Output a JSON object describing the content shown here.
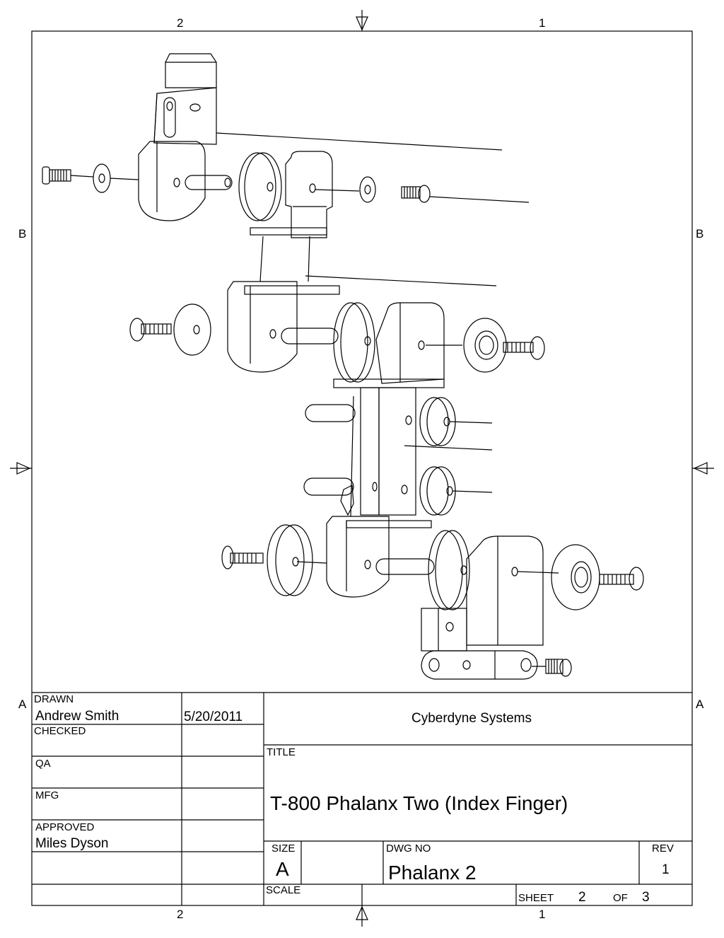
{
  "zones": {
    "top_left": "2",
    "top_right": "1",
    "bottom_left": "2",
    "bottom_right": "1",
    "left_upper": "B",
    "left_lower": "A",
    "right_upper": "B",
    "right_lower": "A"
  },
  "title_block": {
    "drawn_label": "DRAWN",
    "drawn_name": "Andrew Smith",
    "drawn_date": "5/20/2011",
    "checked_label": "CHECKED",
    "qa_label": "QA",
    "mfg_label": "MFG",
    "approved_label": "APPROVED",
    "approved_name": "Miles Dyson",
    "company": "Cyberdyne Systems",
    "title_label": "TITLE",
    "title": "T-800 Phalanx Two (Index Finger)",
    "size_label": "SIZE",
    "size": "A",
    "dwg_no_label": "DWG NO",
    "dwg_no": "Phalanx 2",
    "rev_label": "REV",
    "rev": "1",
    "scale_label": "SCALE",
    "sheet_label": "SHEET",
    "sheet_num": "2",
    "of_label": "OF",
    "sheet_total": "3"
  }
}
